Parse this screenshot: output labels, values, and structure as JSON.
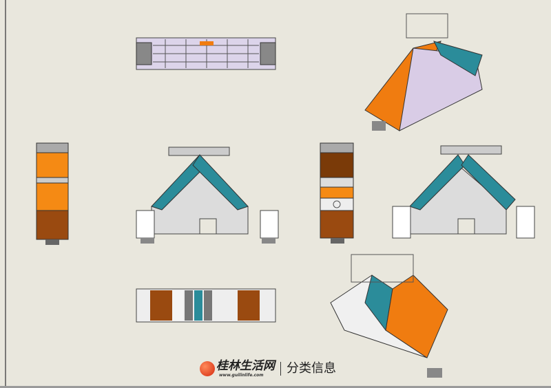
{
  "drawing": {
    "views": [
      "top-view",
      "left-side-view",
      "front-view",
      "right-side-view",
      "rear-view",
      "bottom-view",
      "isometric-view-top",
      "isometric-view-bottom"
    ],
    "colors": {
      "orange": "#f07c10",
      "teal": "#2b8c9a",
      "brown": "#9a4a10",
      "lavender": "#d9cce6",
      "gray": "#d8d8d8",
      "background": "#e9e7dd"
    }
  },
  "watermark": {
    "brand": "桂林生活网",
    "url": "www.guilinlife.com",
    "category": "分类信息"
  }
}
